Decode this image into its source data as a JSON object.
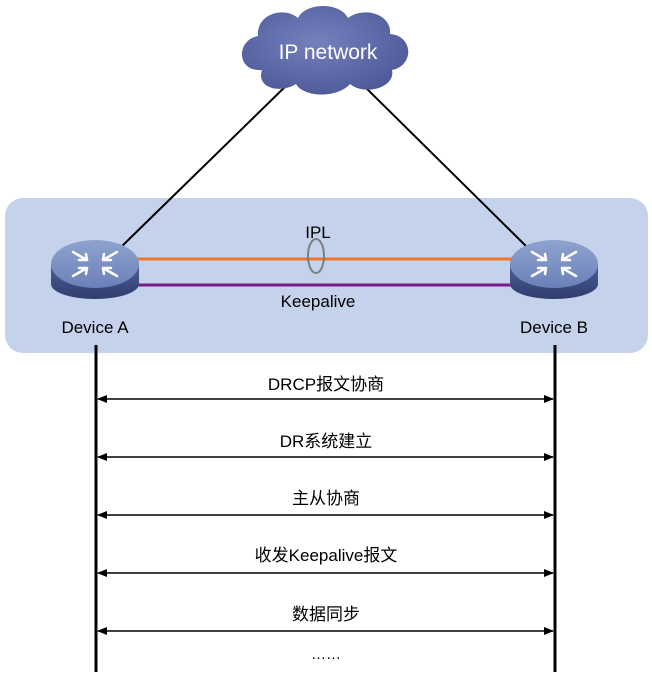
{
  "cloud": {
    "label": "IP network",
    "color": "#5a66a6"
  },
  "devices": [
    {
      "label": "Device A"
    },
    {
      "label": "Device B"
    }
  ],
  "links": {
    "ipl_label": "IPL",
    "keepalive_label": "Keepalive",
    "ipl_color": "#f07528",
    "keepalive_color": "#7a1a8a"
  },
  "region_color": "#c5d2eb",
  "steps": [
    {
      "label": "DRCP报文协商"
    },
    {
      "label": "DR系统建立"
    },
    {
      "label": "主从协商"
    },
    {
      "label": "收发Keepalive报文"
    },
    {
      "label": "数据同步"
    }
  ],
  "ellipsis": "……"
}
